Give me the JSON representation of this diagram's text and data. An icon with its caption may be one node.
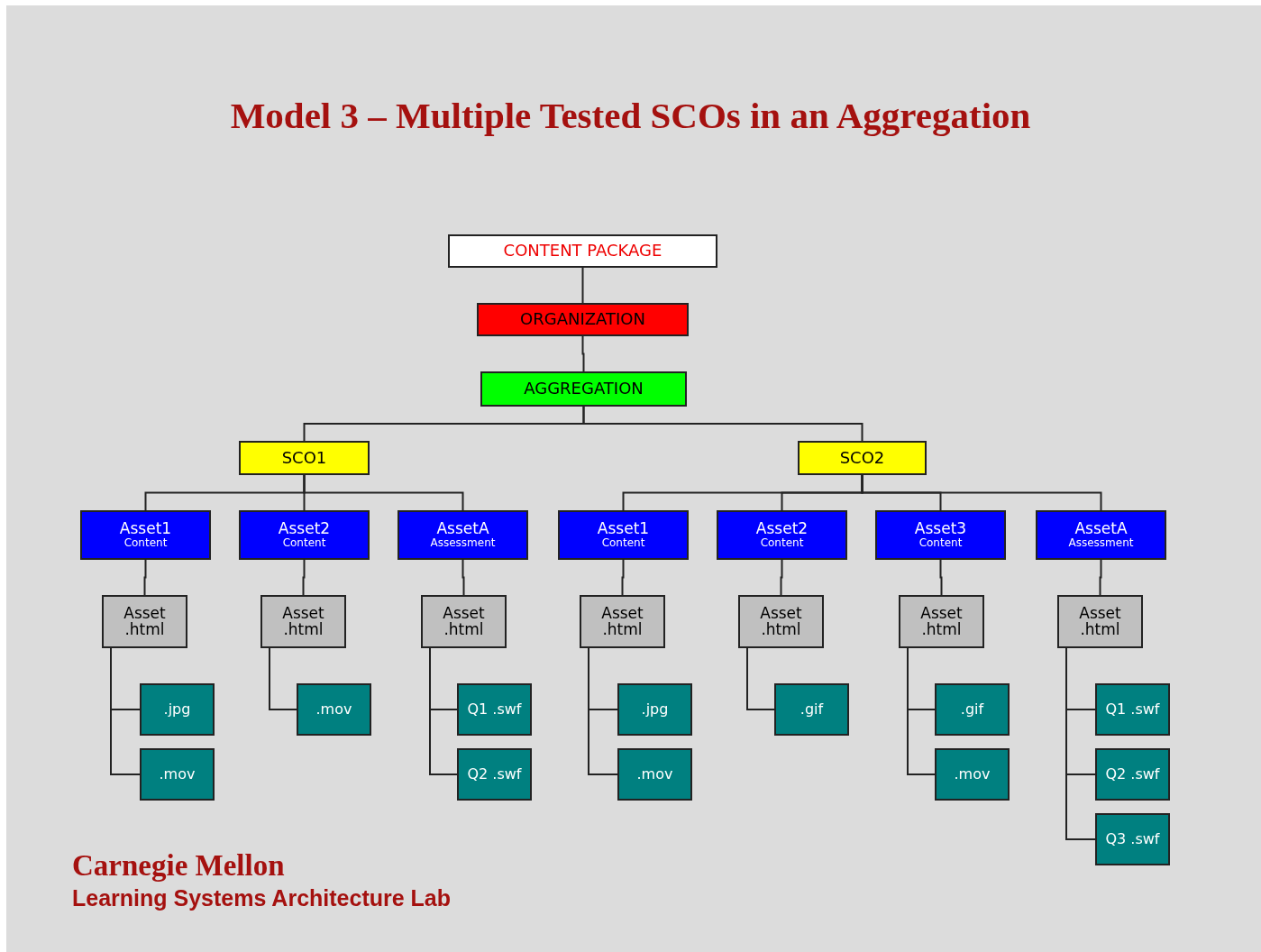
{
  "diagram": {
    "title": "Model 3 – Multiple Tested SCOs in an Aggregation",
    "nodes": [
      {
        "text": [
          "CONTENT PACKAGE"
        ]
      },
      {
        "text": [
          "ORGANIZATION"
        ]
      },
      {
        "text": [
          "AGGREGATION"
        ]
      },
      {
        "text": [
          "SCO1"
        ]
      },
      {
        "text": [
          "SCO2"
        ]
      },
      {
        "text": [
          "Asset1",
          "Content"
        ]
      },
      {
        "text": [
          "Asset2",
          "Content"
        ]
      },
      {
        "text": [
          "AssetA",
          "Assessment"
        ]
      },
      {
        "text": [
          "Asset1",
          "Content"
        ]
      },
      {
        "text": [
          "Asset2",
          "Content"
        ]
      },
      {
        "text": [
          "Asset3",
          "Content"
        ]
      },
      {
        "text": [
          "AssetA",
          "Assessment"
        ]
      },
      {
        "text": [
          "Asset .html"
        ]
      },
      {
        "text": [
          "Asset .html"
        ]
      },
      {
        "text": [
          "Asset .html"
        ]
      },
      {
        "text": [
          "Asset .html"
        ]
      },
      {
        "text": [
          "Asset .html"
        ]
      },
      {
        "text": [
          "Asset .html"
        ]
      },
      {
        "text": [
          "Asset .html"
        ]
      },
      {
        "text": [
          ".jpg"
        ]
      },
      {
        "text": [
          ".mov"
        ]
      },
      {
        "text": [
          ".mov"
        ]
      },
      {
        "text": [
          "Q1 .swf"
        ]
      },
      {
        "text": [
          "Q2 .swf"
        ]
      },
      {
        "text": [
          ".jpg"
        ]
      },
      {
        "text": [
          ".mov"
        ]
      },
      {
        "text": [
          ".gif"
        ]
      },
      {
        "text": [
          ".gif"
        ]
      },
      {
        "text": [
          ".mov"
        ]
      },
      {
        "text": [
          "Q1 .swf"
        ]
      },
      {
        "text": [
          "Q2 .swf"
        ]
      },
      {
        "text": [
          "Q3 .swf"
        ]
      }
    ],
    "edges": [
      {
        "from": 0,
        "to": 1,
        "arrow": "none"
      },
      {
        "from": 1,
        "to": 2,
        "arrow": "none"
      },
      {
        "from": 2,
        "to": 3,
        "arrow": "none"
      },
      {
        "from": 2,
        "to": 4,
        "arrow": "none"
      },
      {
        "from": 3,
        "to": 5,
        "arrow": "none"
      },
      {
        "from": 3,
        "to": 6,
        "arrow": "none"
      },
      {
        "from": 3,
        "to": 7,
        "arrow": "none"
      },
      {
        "from": 4,
        "to": 8,
        "arrow": "none"
      },
      {
        "from": 4,
        "to": 9,
        "arrow": "none"
      },
      {
        "from": 4,
        "to": 10,
        "arrow": "none"
      },
      {
        "from": 4,
        "to": 11,
        "arrow": "none"
      },
      {
        "from": 5,
        "to": 12,
        "arrow": "none"
      },
      {
        "from": 6,
        "to": 13,
        "arrow": "none"
      },
      {
        "from": 7,
        "to": 14,
        "arrow": "none"
      },
      {
        "from": 8,
        "to": 15,
        "arrow": "none"
      },
      {
        "from": 9,
        "to": 16,
        "arrow": "none"
      },
      {
        "from": 10,
        "to": 17,
        "arrow": "none"
      },
      {
        "from": 11,
        "to": 18,
        "arrow": "none"
      },
      {
        "from": 12,
        "to": 19,
        "arrow": "none"
      },
      {
        "from": 12,
        "to": 20,
        "arrow": "none"
      },
      {
        "from": 13,
        "to": 21,
        "arrow": "none"
      },
      {
        "from": 14,
        "to": 22,
        "arrow": "none"
      },
      {
        "from": 14,
        "to": 23,
        "arrow": "none"
      },
      {
        "from": 15,
        "to": 24,
        "arrow": "none"
      },
      {
        "from": 15,
        "to": 25,
        "arrow": "none"
      },
      {
        "from": 16,
        "to": 26,
        "arrow": "none"
      },
      {
        "from": 17,
        "to": 27,
        "arrow": "none"
      },
      {
        "from": 17,
        "to": 28,
        "arrow": "none"
      },
      {
        "from": 18,
        "to": 29,
        "arrow": "none"
      },
      {
        "from": 18,
        "to": 30,
        "arrow": "none"
      },
      {
        "from": 18,
        "to": 31,
        "arrow": "none"
      }
    ],
    "labels": [
      "Carnegie Mellon",
      "Learning Systems Architecture Lab"
    ]
  }
}
